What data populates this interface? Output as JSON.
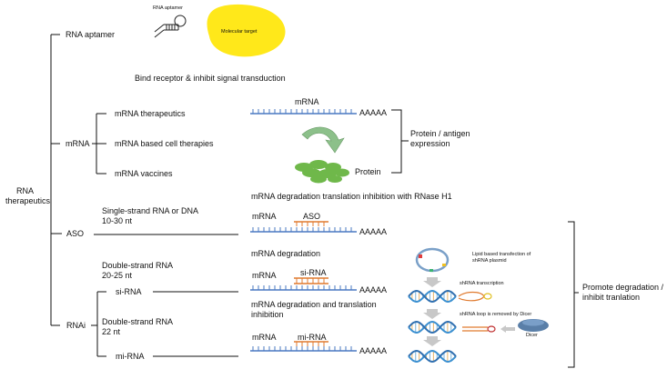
{
  "root": {
    "label_line1": "RNA",
    "label_line2": "therapeutics"
  },
  "aptamer": {
    "branch": "RNA aptamer",
    "icon_label": "RNA aptamer",
    "target_label": "Molecular target",
    "caption": "Bind receptor & inhibit signal transduction"
  },
  "mrna": {
    "branch": "mRNA",
    "items": [
      "mRNA therapeutics",
      "mRNA based cell therapies",
      "mRNA vaccines"
    ],
    "strand_label": "mRNA",
    "poly_a": "AAAAA",
    "protein_label": "Protein",
    "outcome_line1": "Protein / antigen",
    "outcome_line2": "expression"
  },
  "aso": {
    "branch": "ASO",
    "heading": "mRNA degradation translation inhibition with RNase H1",
    "desc_line1": "Single-strand RNA or DNA",
    "desc_line2": "10-30 nt",
    "strand_label": "mRNA",
    "oligo_label": "ASO",
    "poly_a": "AAAAA"
  },
  "rnai": {
    "branch": "RNAi",
    "sirna": {
      "branch": "si-RNA",
      "heading": "mRNA degradation",
      "desc_line1": "Double-strand RNA",
      "desc_line2": "20-25 nt",
      "strand_label": "mRNA",
      "oligo_label": "si-RNA",
      "poly_a": "AAAAA"
    },
    "mirna": {
      "branch": "mi-RNA",
      "heading_line1": "mRNA degradation and translation",
      "heading_line2": "inhibition",
      "desc_line1": "Double-strand RNA",
      "desc_line2": "22 nt",
      "strand_label": "mRNA",
      "oligo_label": "mi-RNA",
      "poly_a": "AAAAA"
    }
  },
  "shrna": {
    "step1_line1": "Lipid based transfection of",
    "step1_line2": "shRNA plasmid",
    "step2": "shRNA transcription",
    "step3": "shRNA loop is removed by Dicer",
    "dicer_label": "Dicer",
    "outcome_line1": "Promote degradation /",
    "outcome_line2": "inhibit tranlation"
  },
  "colors": {
    "strand": "#4a78c2",
    "oligo": "#e07a2e",
    "target_yellow": "#ffe81a",
    "protein_green": "#6fb84a",
    "arrow_green": "#8cc08a",
    "line": "#111111"
  }
}
